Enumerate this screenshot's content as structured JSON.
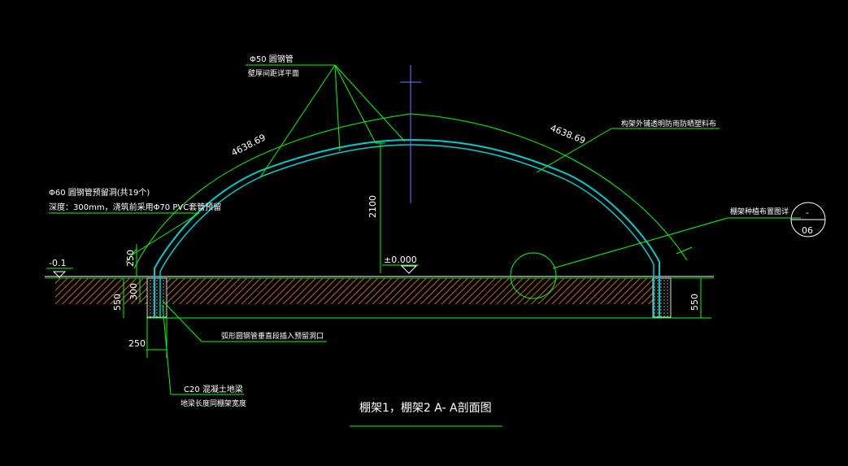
{
  "title": "棚架1，棚架2  A- A剖面图",
  "labels": {
    "pipe50_line1": "Φ50 圆钢管",
    "pipe50_line2": "壁厚间距详平面",
    "hole60_line1": "Φ60 圆钢管预留洞(共19个)",
    "hole60_line2": "深度：300mm，浇筑前采用Φ70 PVC套管预留",
    "cover_film": "构架外铺透明防雨防晒塑料布",
    "detail_ref": "棚架种植布置图详",
    "arc_pipe_insert": "弧形圆钢管垂直段插入预留洞口",
    "beam_line1": "C20 混凝土地梁",
    "beam_line2": "地梁长度同棚架宽度",
    "arc_len_left": "4638.69",
    "arc_len_right": "4638.69",
    "height_dim": "2100",
    "zero_level": "±0.000",
    "level_neg": "-0.1",
    "dim_250_top": "250",
    "dim_300": "300",
    "dim_550_left": "550",
    "dim_550_right": "550",
    "dim_250_bottom": "250",
    "callout_top": "-",
    "callout_bottom": "06"
  },
  "colors": {
    "background": "#000000",
    "leader": "#00ff00",
    "pipe": "#00cccc",
    "text": "#ffffff",
    "ground": "#b06428",
    "axis": "#5f7fff"
  }
}
